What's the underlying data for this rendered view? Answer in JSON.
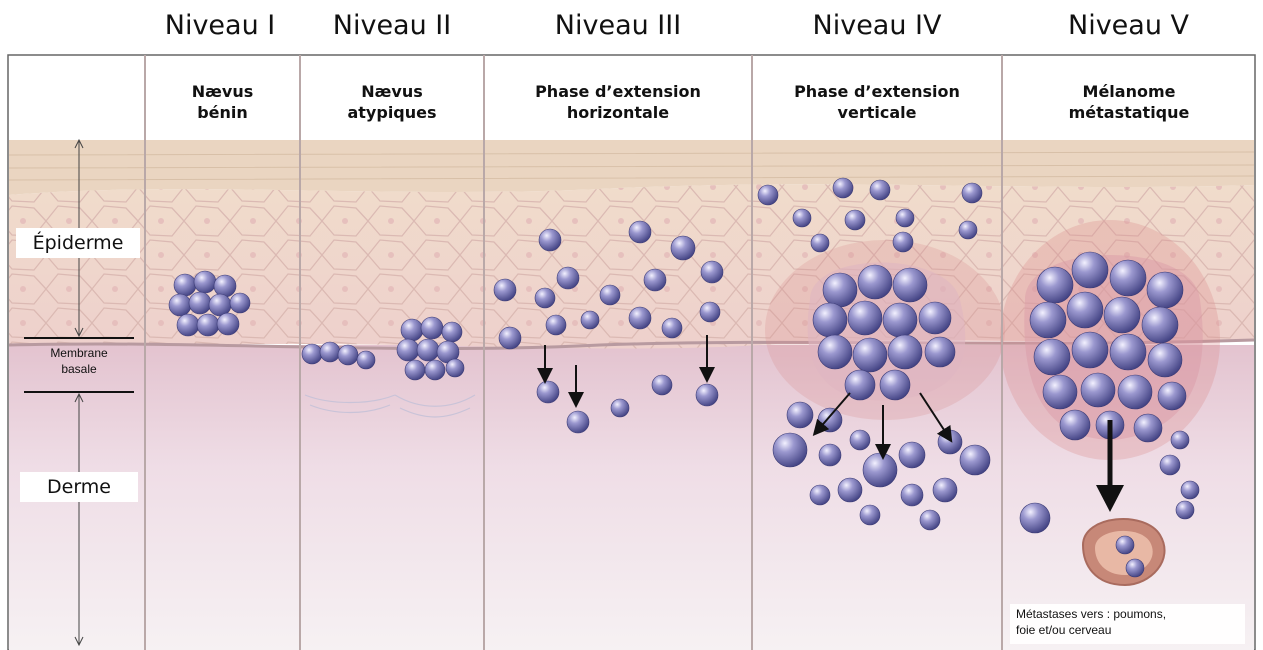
{
  "levels": [
    {
      "title": "Niveau I",
      "stage_line1": "Nævus",
      "stage_line2": "bénin"
    },
    {
      "title": "Niveau II",
      "stage_line1": "Nævus",
      "stage_line2": "atypiques"
    },
    {
      "title": "Niveau III",
      "stage_line1": "Phase d’extension",
      "stage_line2": "horizontale"
    },
    {
      "title": "Niveau IV",
      "stage_line1": "Phase d’extension",
      "stage_line2": "verticale"
    },
    {
      "title": "Niveau V",
      "stage_line1": "Mélanome",
      "stage_line2": "métastatique"
    }
  ],
  "layers": {
    "epidermis": "Épiderme",
    "membrane_line1": "Membrane",
    "membrane_line2": "basale",
    "dermis": "Derme"
  },
  "metastasis_line1": "Métastases vers : poumons,",
  "metastasis_line2": "foie et/ou cerveau",
  "colors": {
    "skin_surface": "#ecd9c4",
    "epidermis": "#f1d6d2",
    "dermis": "#efdfe6",
    "cell": "#7d7bb8",
    "cell_dark": "#4a4a8a",
    "divider": "#b9a8a8"
  }
}
